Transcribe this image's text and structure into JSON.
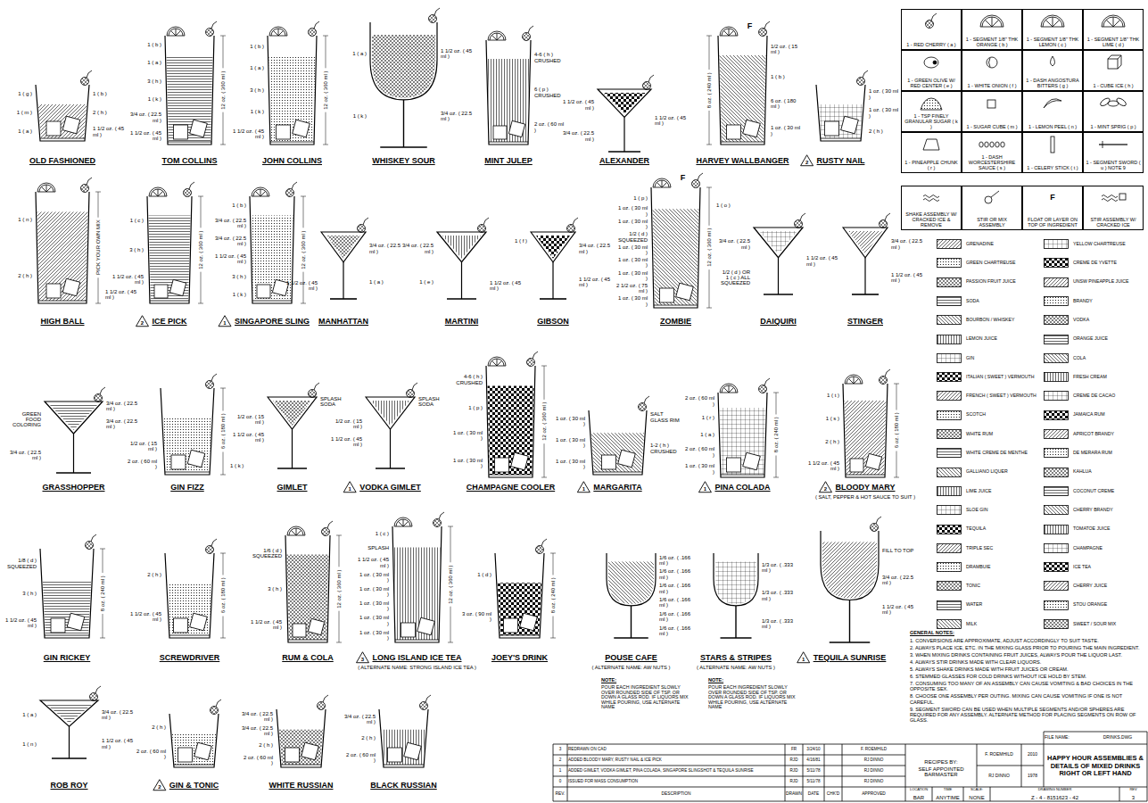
{
  "diagram": {
    "title": "HAPPY HOUR ASSEMBLIES & DETAILS OF MIXED DRINKS RIGHT OR LEFT HAND",
    "nodes": [
      {
        "text": [
          "1 - RED CHERRY ( a )"
        ]
      },
      {
        "text": [
          "1 - SEGMENT 1/8\" THK ORANGE ( b )"
        ]
      },
      {
        "text": [
          "1 - SEGMENT 1/8\" THK LEMON ( c )"
        ]
      },
      {
        "text": [
          "1 - SEGMENT 1/8\" THK LIME ( d )"
        ]
      },
      {
        "text": [
          "1 - GREEN OLIVE W/ RED CENTER ( e )"
        ]
      },
      {
        "text": [
          "1 - WHITE ONION ( f )"
        ]
      },
      {
        "text": [
          "1 - DASH ANGOSTURA BITTERS ( g )"
        ]
      },
      {
        "text": [
          "1 - CUBE ICE ( h )"
        ]
      },
      {
        "text": [
          "1 - TSP FINELY GRANULAR SUGAR ( k )"
        ]
      },
      {
        "text": [
          "1 - SUGAR CUBE ( m )"
        ]
      },
      {
        "text": [
          "1 - LEMON PEEL ( n )"
        ]
      },
      {
        "text": [
          "1 - MINT SPRIG ( p )"
        ]
      },
      {
        "text": [
          "1 - PINEAPPLE CHUNK ( r )"
        ]
      },
      {
        "text": [
          "1 - DASH WORCESTERSHIRE SAUCE ( s )"
        ]
      },
      {
        "text": [
          "1 - CELERY STICK ( t )"
        ]
      },
      {
        "text": [
          "1 - SEGMENT SWORD ( u ) NOTE 9"
        ]
      },
      {
        "text": [
          "SHAKE ASSEMBLY W/ CRACKED ICE & REMOVE"
        ]
      },
      {
        "text": [
          "STIR OR MIX ASSEMBLY"
        ]
      },
      {
        "text": [
          "FLOAT OR LAYER ON TOP OF INGREDIENT"
        ]
      },
      {
        "text": [
          "STIR ASSEMBLY W/ CRACKED ICE"
        ]
      }
    ],
    "labels": [
      "OLD FASHIONED",
      "1 ( g )",
      "1 ( m )",
      "1 ( a )",
      "1 ( b )",
      "2 ( h )",
      "1 1/2 oz. ( 45 ml )",
      "TOM COLLINS",
      "1 ( b )",
      "1 ( a )",
      "3 ( h )",
      "1 ( k )",
      "3/4 oz. ( 22.5 ml )",
      "1 1/2 oz. ( 45 ml )",
      "12 oz. ( 360 ml )",
      "JOHN COLLINS",
      "1 ( b )",
      "1 ( a )",
      "3 ( h )",
      "1 ( k )",
      "1 1/2 oz. ( 45 ml )",
      "12 oz. ( 360 ml )",
      "WHISKEY SOUR",
      "1 ( a )",
      "1 ( k )",
      "1 1/2 oz. ( 45 ml )",
      "3/4 oz. ( 22.5 ml )",
      "MINT JULEP",
      "4-6 ( h ) CRUSHED",
      "6 ( p ) CRUSHED",
      "2 oz. ( 60 ml )",
      "ALEXANDER",
      "1 1/2 oz. ( 45 ml )",
      "3/4 oz. ( 22.5 ml )",
      "1 1/2 oz. ( 45 ml )",
      "HARVEY WALLBANGER",
      "1/2 oz. ( 15 ml )",
      "1 ( b )",
      "6 oz. ( 180 ml )",
      "1 oz. ( 30 ml )",
      "8 oz. ( 240 ml )",
      "F",
      "RUSTY NAIL",
      "1 oz. ( 30 ml )",
      "1 oz. ( 30 ml )",
      "2 ( h )",
      "2",
      "HIGH BALL",
      "1 ( n )",
      "2 ( h )",
      "1 1/2 oz. ( 45 ml )",
      "PICK YOUR OWN MIX",
      "ICE PICK",
      "1 ( c )",
      "3 ( h )",
      "1 1/2 oz. ( 45 ml )",
      "12 oz. ( 360 ml )",
      "2",
      "SINGAPORE SLING",
      "1 ( b )",
      "3/4 oz. ( 22.5 ml )",
      "3/4 oz. ( 22.5 ml )",
      "1 1/2 oz. ( 45 ml )",
      "3 ( h )",
      "1 ( k )",
      "12 oz. ( 360 ml )",
      "1",
      "MANHATTAN",
      "1 1/2 oz. ( 45 ml )",
      "3/4 oz. ( 22.5 ml )",
      "1 ( a )",
      "MARTINI",
      "3/4 oz. ( 22.5 ml )",
      "1 ( e )",
      "1 1/2 oz. ( 45 ml )",
      "GIBSON",
      "1 ( f )",
      "3/4 oz. ( 22.5 ml )",
      "1 1/2 oz. ( 45 ml )",
      "ZOMBIE",
      "1 ( p )",
      "1 oz. ( 30 ml )",
      "1 oz. ( 30 ml )",
      "1/2 ( d ) SQUEEZED",
      "1 oz. ( 30 ml )",
      "1 oz. ( 30 ml )",
      "1 oz. ( 30 ml )",
      "2 1/2 oz. ( 75 ml )",
      "1 oz. ( 30 ml )",
      "1 ( o )",
      "12 oz. ( 360 ml )",
      "F",
      "DAIQUIRI",
      "3/4 oz. ( 22.5 ml )",
      "1/2 ( d ) OR 1 ( c ) ALL SQUEEZED",
      "1 1/2 oz. ( 45 ml )",
      "STINGER",
      "3/4 oz. ( 22.5 ml )",
      "1 1/2 oz. ( 45 ml )",
      "GRASSHOPPER",
      "GREEN FOOD COLORING",
      "3/4 oz. ( 22.5 ml )",
      "3/4 oz. ( 22.5 ml )",
      "3/4 oz. ( 22.5 ml )",
      "GIN FIZZ",
      "1/2 oz. ( 15 ml )",
      "2 oz. ( 60 ml )",
      "1 ( k )",
      "6 oz. ( 180 ml )",
      "GIMLET",
      "1/2 oz. ( 15 ml )",
      "1 1/2 oz. ( 45 ml )",
      "SPLASH SODA",
      "VODKA GIMLET",
      "1/2 oz. ( 15 ml )",
      "1 1/2 oz. ( 45 ml )",
      "SPLASH SODA",
      "1",
      "CHAMPAGNE COOLER",
      "4-6 ( h ) CRUSHED",
      "1 ( p )",
      "1 oz. ( 30 ml )",
      "1 oz. ( 30 ml )",
      "12 oz. ( 360 ml )",
      "MARGARITA",
      "1 oz. ( 30 ml )",
      "1 oz. ( 30 ml )",
      "1 oz. ( 30 ml )",
      "SALT GLASS RIM",
      "1-2 ( h ) CRUSHED",
      "1",
      "PINA COLADA",
      "2 oz. ( 60 ml )",
      "1 ( r )",
      "1 ( a )",
      "2 oz. ( 60 ml )",
      "1 oz. ( 30 ml )",
      "8 oz. ( 240 ml )",
      "1",
      "BLOODY MARY",
      "( SALT, PEPPER & HOT SAUCE TO SUIT )",
      "1 ( t )",
      "1 ( s )",
      "2 ( h )",
      "1 1/2 oz. ( 45 ml )",
      "6 oz. ( 180 ml )",
      "2",
      "GIN RICKEY",
      "1/8 ( d ) SQUEEZED",
      "3 ( h )",
      "1 1/2 oz. ( 45 ml )",
      "8 oz. ( 240 ml )",
      "SCREWDRIVER",
      "2 ( h )",
      "1 1/2 oz. ( 45 ml )",
      "6 oz. ( 180 ml )",
      "RUM & COLA",
      "1/6 ( d ) SQUEEZED",
      "3 ( h )",
      "1 1/2 oz. ( 45 ml )",
      "12 oz. ( 360 ml )",
      "LONG ISLAND ICE TEA",
      "( ALTERNATE NAME: STRONG ISLAND ICE TEA )",
      "1 ( c )",
      "SPLASH",
      "1 1/2 oz. ( 45 ml )",
      "1 oz. ( 30 ml )",
      "1 oz. ( 30 ml )",
      "1 oz. ( 30 ml )",
      "1 oz. ( 30 ml )",
      "1 oz. ( 30 ml )",
      "12 oz. ( 360 ml )",
      "3",
      "JOEY'S DRINK",
      "1 ( d )",
      "3 oz. ( 90 ml )",
      "8 oz. ( 240 ml )",
      "POUSE CAFE",
      "( ALTERNATE NAME: AW NUTS )",
      "1/6 oz. ( .166 ml )",
      "1/6 oz. ( .166 ml )",
      "1/6 oz. ( .166 ml )",
      "1/6 oz. ( .166 ml )",
      "1/6 oz. ( .166 ml )",
      "1/6 oz. ( .166 ml )",
      "NOTE:",
      "POUR EACH INGREDIENT SLOWLY OVER ROUNDED SIDE OF TSP. OR DOWN A GLASS ROD. IF LIQUORS MIX WHILE POURING, USE ALTERNATE NAME",
      "STARS & STRIPES",
      "( ALTERNATE NAME: AW NUTS )",
      "1/3 oz. ( .333 ml )",
      "1/3 oz. ( .333 ml )",
      "1/3 oz. ( .333 ml )",
      "NOTE:",
      "POUR EACH INGREDIENT SLOWLY OVER ROUNDED SIDE OF TSP. OR DOWN A GLASS ROD. IF LIQUORS MIX WHILE POURING, USE ALTERNATE NAME",
      "TEQUILA SUNRISE",
      "FILL TO TOP",
      "3/4 oz. ( 22.5 ml )",
      "1 1/2 oz. ( 45 ml )",
      "1",
      "ROB ROY",
      "1 ( a )",
      "1 ( n )",
      "3/4 oz. ( 22.5 ml )",
      "1 1/2 oz. ( 45 ml )",
      "GIN & TONIC",
      "2 ( h )",
      "2 oz. ( 60 ml )",
      "2",
      "WHITE RUSSIAN",
      "3/4 oz. ( 22.5 ml )",
      "3/4 oz. ( 22.5 ml )",
      "2 ( h )",
      "2 oz. ( 60 ml )",
      "BLACK RUSSIAN",
      "3/4 oz. ( 22.5 ml )",
      "2 ( h )",
      "2 oz. ( 60 ml )",
      "F",
      "GENERAL NOTES:",
      "1. CONVERSIONS ARE APPROXIMATE, ADJUST ACCORDINGLY TO SUIT TASTE.",
      "2. ALWAYS PLACE ICE, ETC. IN THE MIXING GLASS PRIOR TO POURING THE MAIN INGREDIENT.",
      "3. WHEN MIXING DRINKS CONTAINING FRUIT JUICES, ALWAYS POUR THE LIQUOR LAST.",
      "4. ALWAYS STIR DRINKS MADE WITH CLEAR LIQUORS.",
      "5. ALWAYS SHAKE DRINKS MADE WITH FRUIT JUICES OR CREAM.",
      "6. STEMMED GLASSES FOR COLD DRINKS WITHOUT ICE HOLD BY STEM.",
      "7. CONSUMING TOO MANY OF AN ASSEMBLY CAN CAUSE VOMITING & BAD CHOICES IN THE OPPOSITE SEX.",
      "8. CHOOSE ONE ASSEMBLY PER OUTING. MIXING CAN CAUSE VOMITING IF ONE IS NOT CAREFUL.",
      "9. SEGMENT SWORD CAN BE USED WHEN MULTIPLE SEGMENTS AND/OR SPHERES ARE REQUIRED FOR ANY ASSEMBLY. ALTERNATE METHOD FOR PLACING SEGMENTS ON ROW OF GLASS.",
      "3",
      "REDRAWN ON CAD",
      "FR",
      "3/24/10",
      "F. ROEMHILD",
      "2",
      "ADDED BLOODY MARY, RUSTY NAIL & ICE PICK",
      "RJD",
      "4/16/81",
      "RJ DINNO",
      "1",
      "ADDED GIMLET, VODKA GIMLET, PINA COLADA, SINGAPORE SLINGSHOT & TEQUILA SUNRISE",
      "RJD",
      "5/11/78",
      "RJ DINNO",
      "0",
      "ISSUED FOR MASS CONSUMPTION",
      "RJD",
      "5/11/78",
      "RJ DINNO",
      "REV.",
      "DESCRIPTION",
      "DRAWN",
      "DATE",
      "CHK'D",
      "APPROVED",
      "RECIPES BY:",
      "SELF APPOINTED BARMASTER",
      "F. ROEMHILD",
      "2010",
      "RJ DINNO",
      "1978",
      "FILE NAME:",
      "DRINKS.DWG",
      "LOCATION",
      "BAR",
      "TIME",
      "ANYTIME",
      "SCALE:",
      "NONE",
      "DRAWING NUMBER",
      "Z - 4 - 8151623 - 42",
      "REV",
      "3"
    ],
    "legend": [
      {
        "text": "GRENADINE"
      },
      {
        "text": "GREEN CHARTREUSE"
      },
      {
        "text": "PASSION FRUIT JUICE"
      },
      {
        "text": "SODA"
      },
      {
        "text": "BOURBON / WHISKEY"
      },
      {
        "text": "LEMON JUICE"
      },
      {
        "text": "GIN"
      },
      {
        "text": "ITALIAN ( SWEET ) VERMOUTH"
      },
      {
        "text": "FRENCH ( SWEET ) VERMOUTH"
      },
      {
        "text": "SCOTCH"
      },
      {
        "text": "WHITE RUM"
      },
      {
        "text": "WHITE CREME DE MENTHE"
      },
      {
        "text": "GALLIANO LIQUER"
      },
      {
        "text": "LIME JUICE"
      },
      {
        "text": "SLOE GIN"
      },
      {
        "text": "TEQUILA"
      },
      {
        "text": "TRIPLE SEC"
      },
      {
        "text": "DRAMBUIE"
      },
      {
        "text": "TONIC"
      },
      {
        "text": "WATER"
      },
      {
        "text": "MILK"
      },
      {
        "text": "YELLOW CHARTREUSE"
      },
      {
        "text": "CREME DE YVETTE"
      },
      {
        "text": "UNSW PINEAPPLE JUICE"
      },
      {
        "text": "BRANDY"
      },
      {
        "text": "VODKA"
      },
      {
        "text": "ORANGE JUICE"
      },
      {
        "text": "COLA"
      },
      {
        "text": "FRESH CREAM"
      },
      {
        "text": "CREME DE CACAO"
      },
      {
        "text": "JAMAICA RUM"
      },
      {
        "text": "APRICOT BRANDY"
      },
      {
        "text": "DE MERARA RUM"
      },
      {
        "text": "KAHLUA"
      },
      {
        "text": "COCONUT CREME"
      },
      {
        "text": "CHERRY BRANDY"
      },
      {
        "text": "TOMATOE JUICE"
      },
      {
        "text": "CHAMPAGNE"
      },
      {
        "text": "ICE TEA"
      },
      {
        "text": "CHERRY JUICE"
      },
      {
        "text": "STOU ORANGE"
      },
      {
        "text": "SWEET / SOUR MIX"
      }
    ]
  }
}
